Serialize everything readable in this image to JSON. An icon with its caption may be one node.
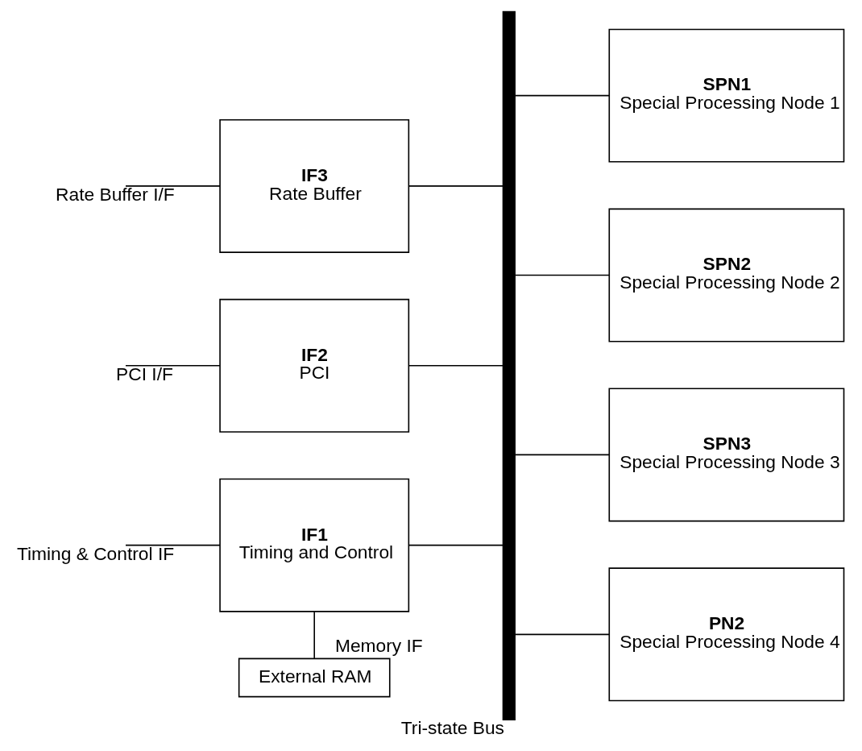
{
  "diagram": {
    "nodes": [
      {
        "text": [
          "IF1",
          "Timing and Control"
        ]
      },
      {
        "text": [
          "External RAM"
        ]
      },
      {
        "text": [
          "IF3",
          "Rate Buffer"
        ]
      },
      {
        "text": [
          "IF2",
          "PCI"
        ]
      },
      {
        "text": [],
        "shape": "bar",
        "beside": [
          "Tri-state Bus"
        ]
      },
      {
        "text": [
          "SPN1",
          "Special Processing Node 1"
        ]
      },
      {
        "text": [
          "SPN2",
          "Special Processing Node 2"
        ]
      },
      {
        "text": [
          "SPN3",
          "Special Processing Node 3"
        ]
      },
      {
        "text": [
          "PN2",
          "Special Processing Node 4"
        ]
      }
    ],
    "edges": [
      {
        "from": null,
        "to": 0,
        "arrow": "none",
        "label": "Timing & Control IF"
      },
      {
        "from": 0,
        "to": 1,
        "arrow": "none",
        "label": "Memory IF"
      },
      {
        "from": null,
        "to": 2,
        "arrow": "none",
        "label": "Rate Buffer I/F"
      },
      {
        "from": null,
        "to": 3,
        "arrow": "none",
        "label": "PCI I/F"
      },
      {
        "from": 0,
        "to": 4,
        "arrow": "none"
      },
      {
        "from": 2,
        "to": 4,
        "arrow": "none"
      },
      {
        "from": 3,
        "to": 4,
        "arrow": "none"
      },
      {
        "from": 4,
        "to": 5,
        "arrow": "none"
      },
      {
        "from": 4,
        "to": 6,
        "arrow": "none"
      },
      {
        "from": 4,
        "to": 7,
        "arrow": "none"
      },
      {
        "from": 4,
        "to": 8,
        "arrow": "none"
      }
    ]
  }
}
